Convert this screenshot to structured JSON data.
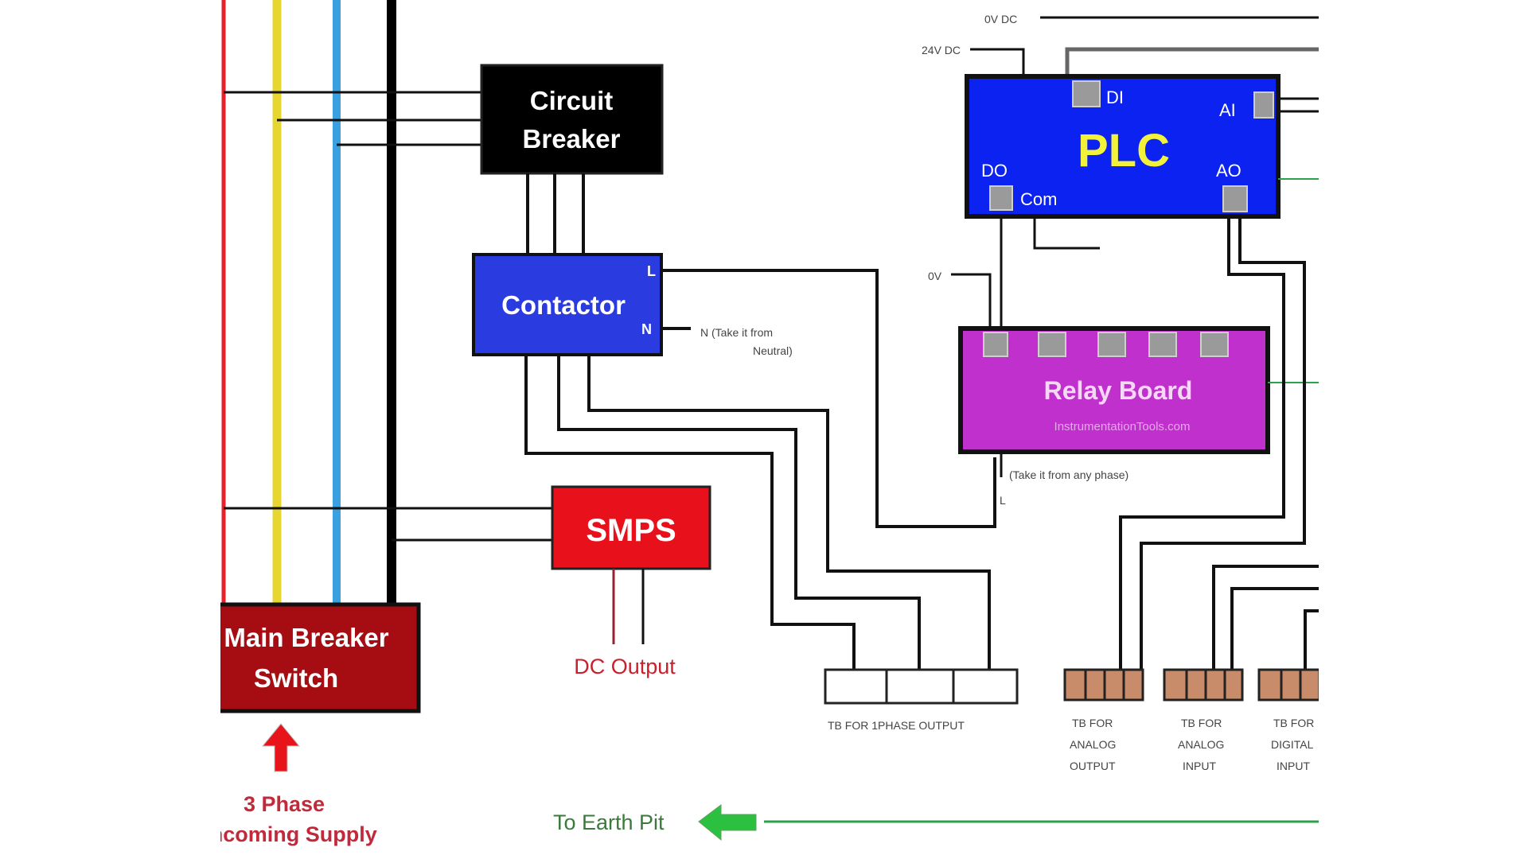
{
  "diagram": {
    "title": "PLC Panel Wiring Diagram",
    "blocks": {
      "circuit_breaker": {
        "line1": "Circuit",
        "line2": "Breaker",
        "color": "#000000"
      },
      "contactor": {
        "label": "Contactor",
        "terminal_l": "L",
        "terminal_n": "N",
        "color": "#2a3be0"
      },
      "smps": {
        "label": "SMPS",
        "color": "#e8101a"
      },
      "main_breaker": {
        "line1": "Main Breaker",
        "line2": "Switch",
        "color": "#a50d12"
      },
      "plc": {
        "label": "PLC",
        "di": "DI",
        "ai": "AI",
        "do": "DO",
        "ao": "AO",
        "com": "Com",
        "color": "#0b22f0",
        "label_color": "#f2f23a"
      },
      "relay_board": {
        "label": "Relay Board",
        "watermark": "InstrumentationTools.com",
        "color": "#c030cc"
      }
    },
    "bus_colors": {
      "r_phase": "#e8202a",
      "y_phase": "#e8d630",
      "b_phase": "#3aa0e0",
      "neutral": "#000000",
      "earth": "#2ca04a"
    },
    "labels": {
      "zero_v_dc": "0V DC",
      "twenty_four_v_dc": "24V DC",
      "zero_v": "0V",
      "neutral_note_line1": "N  (Take it from",
      "neutral_note_line2": "Neutral)",
      "phase_note": "(Take it from any phase)",
      "l_label": "L",
      "dc_output": "DC Output",
      "incoming_line1": "3 Phase",
      "incoming_line2": "Incoming Supply",
      "earth_pit": "To Earth Pit",
      "tb_1phase": "TB FOR 1PHASE  OUTPUT",
      "tb_ao_line1": "TB FOR",
      "tb_ao_line2": "ANALOG",
      "tb_ao_line3": "OUTPUT",
      "tb_ai_line1": "TB FOR",
      "tb_ai_line2": "ANALOG",
      "tb_ai_line3": "INPUT",
      "tb_di_line1": "TB FOR",
      "tb_di_line2": "DIGITAL",
      "tb_di_line3": "INPUT"
    }
  }
}
